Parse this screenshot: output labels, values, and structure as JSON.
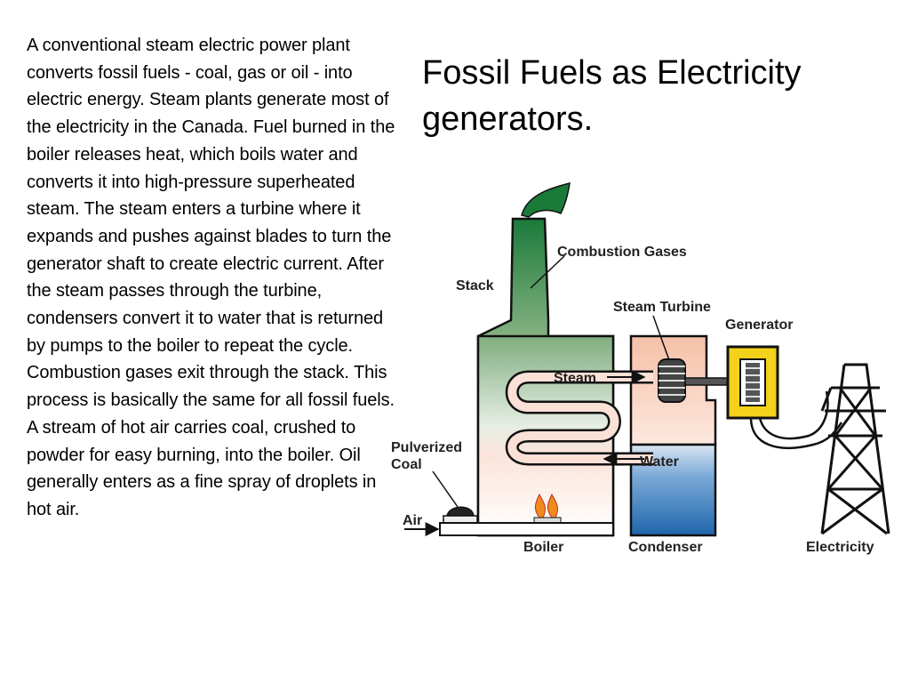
{
  "slide": {
    "title": "Fossil Fuels as Electricity generators.",
    "body": "A conventional steam electric power plant converts fossil fuels - coal, gas or oil - into electric energy. Steam plants generate most of the electricity in the Canada. Fuel burned in the boiler releases heat, which boils water and converts it into high-pressure superheated steam. The steam enters a turbine where it expands and pushes against blades to turn the generator shaft to create electric current. After the steam passes through the turbine, condensers convert it to water that is returned by pumps to the boiler to repeat the cycle. Combustion gases exit through the stack. This process is basically the same for all fossil fuels. A stream of hot air carries coal, crushed to powder for easy burning, into the boiler. Oil generally enters as a fine spray of droplets in hot air."
  },
  "diagram": {
    "labels": {
      "combustion_gases": "Combustion Gases",
      "stack": "Stack",
      "steam_turbine": "Steam Turbine",
      "generator": "Generator",
      "steam": "Steam",
      "water": "Water",
      "pulverized": "Pulverized",
      "coal": "Coal",
      "air": "Air",
      "boiler": "Boiler",
      "condenser": "Condenser",
      "electricity": "Electricity"
    },
    "colors": {
      "stack_green_dark": "#1a7a3a",
      "stack_green_light": "#a9cfa6",
      "boiler_pink": "#f7c7b4",
      "condenser_blue": "#2a73b8",
      "generator_yellow": "#f2d21a",
      "flame_orange": "#f08a1a"
    }
  }
}
